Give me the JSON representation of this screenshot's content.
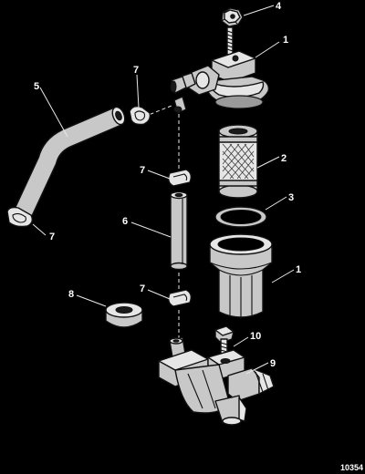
{
  "callouts": {
    "c4": "4",
    "c1_top": "1",
    "c7_clamp_top": "7",
    "c5": "5",
    "c2": "2",
    "c7_clip_upper": "7",
    "c3": "3",
    "c6": "6",
    "c7_hose_end": "7",
    "c1_bowl": "1",
    "c8": "8",
    "c7_clip_lower": "7",
    "c10": "10",
    "c9": "9"
  },
  "figure_id": "10354"
}
